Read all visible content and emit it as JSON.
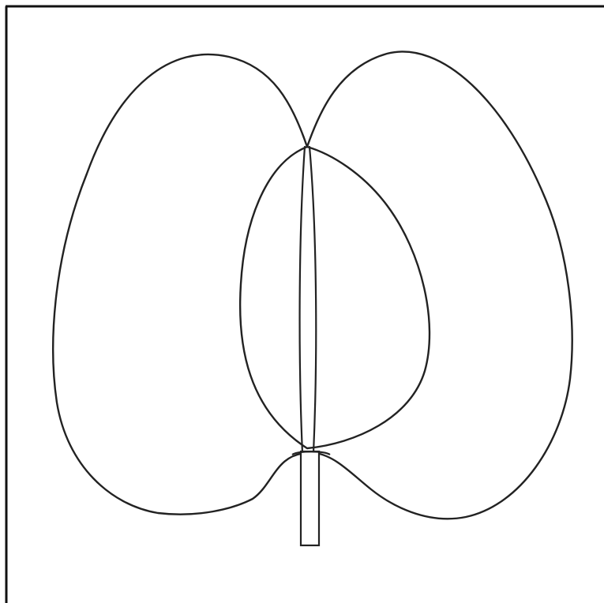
{
  "figure": {
    "background_color": "#ffffff",
    "stroke_color": "#222222",
    "frame_color": "#111111",
    "parts": [
      "left-lobe",
      "right-lobe",
      "inner-lobe",
      "central-stem",
      "central-rib"
    ]
  }
}
